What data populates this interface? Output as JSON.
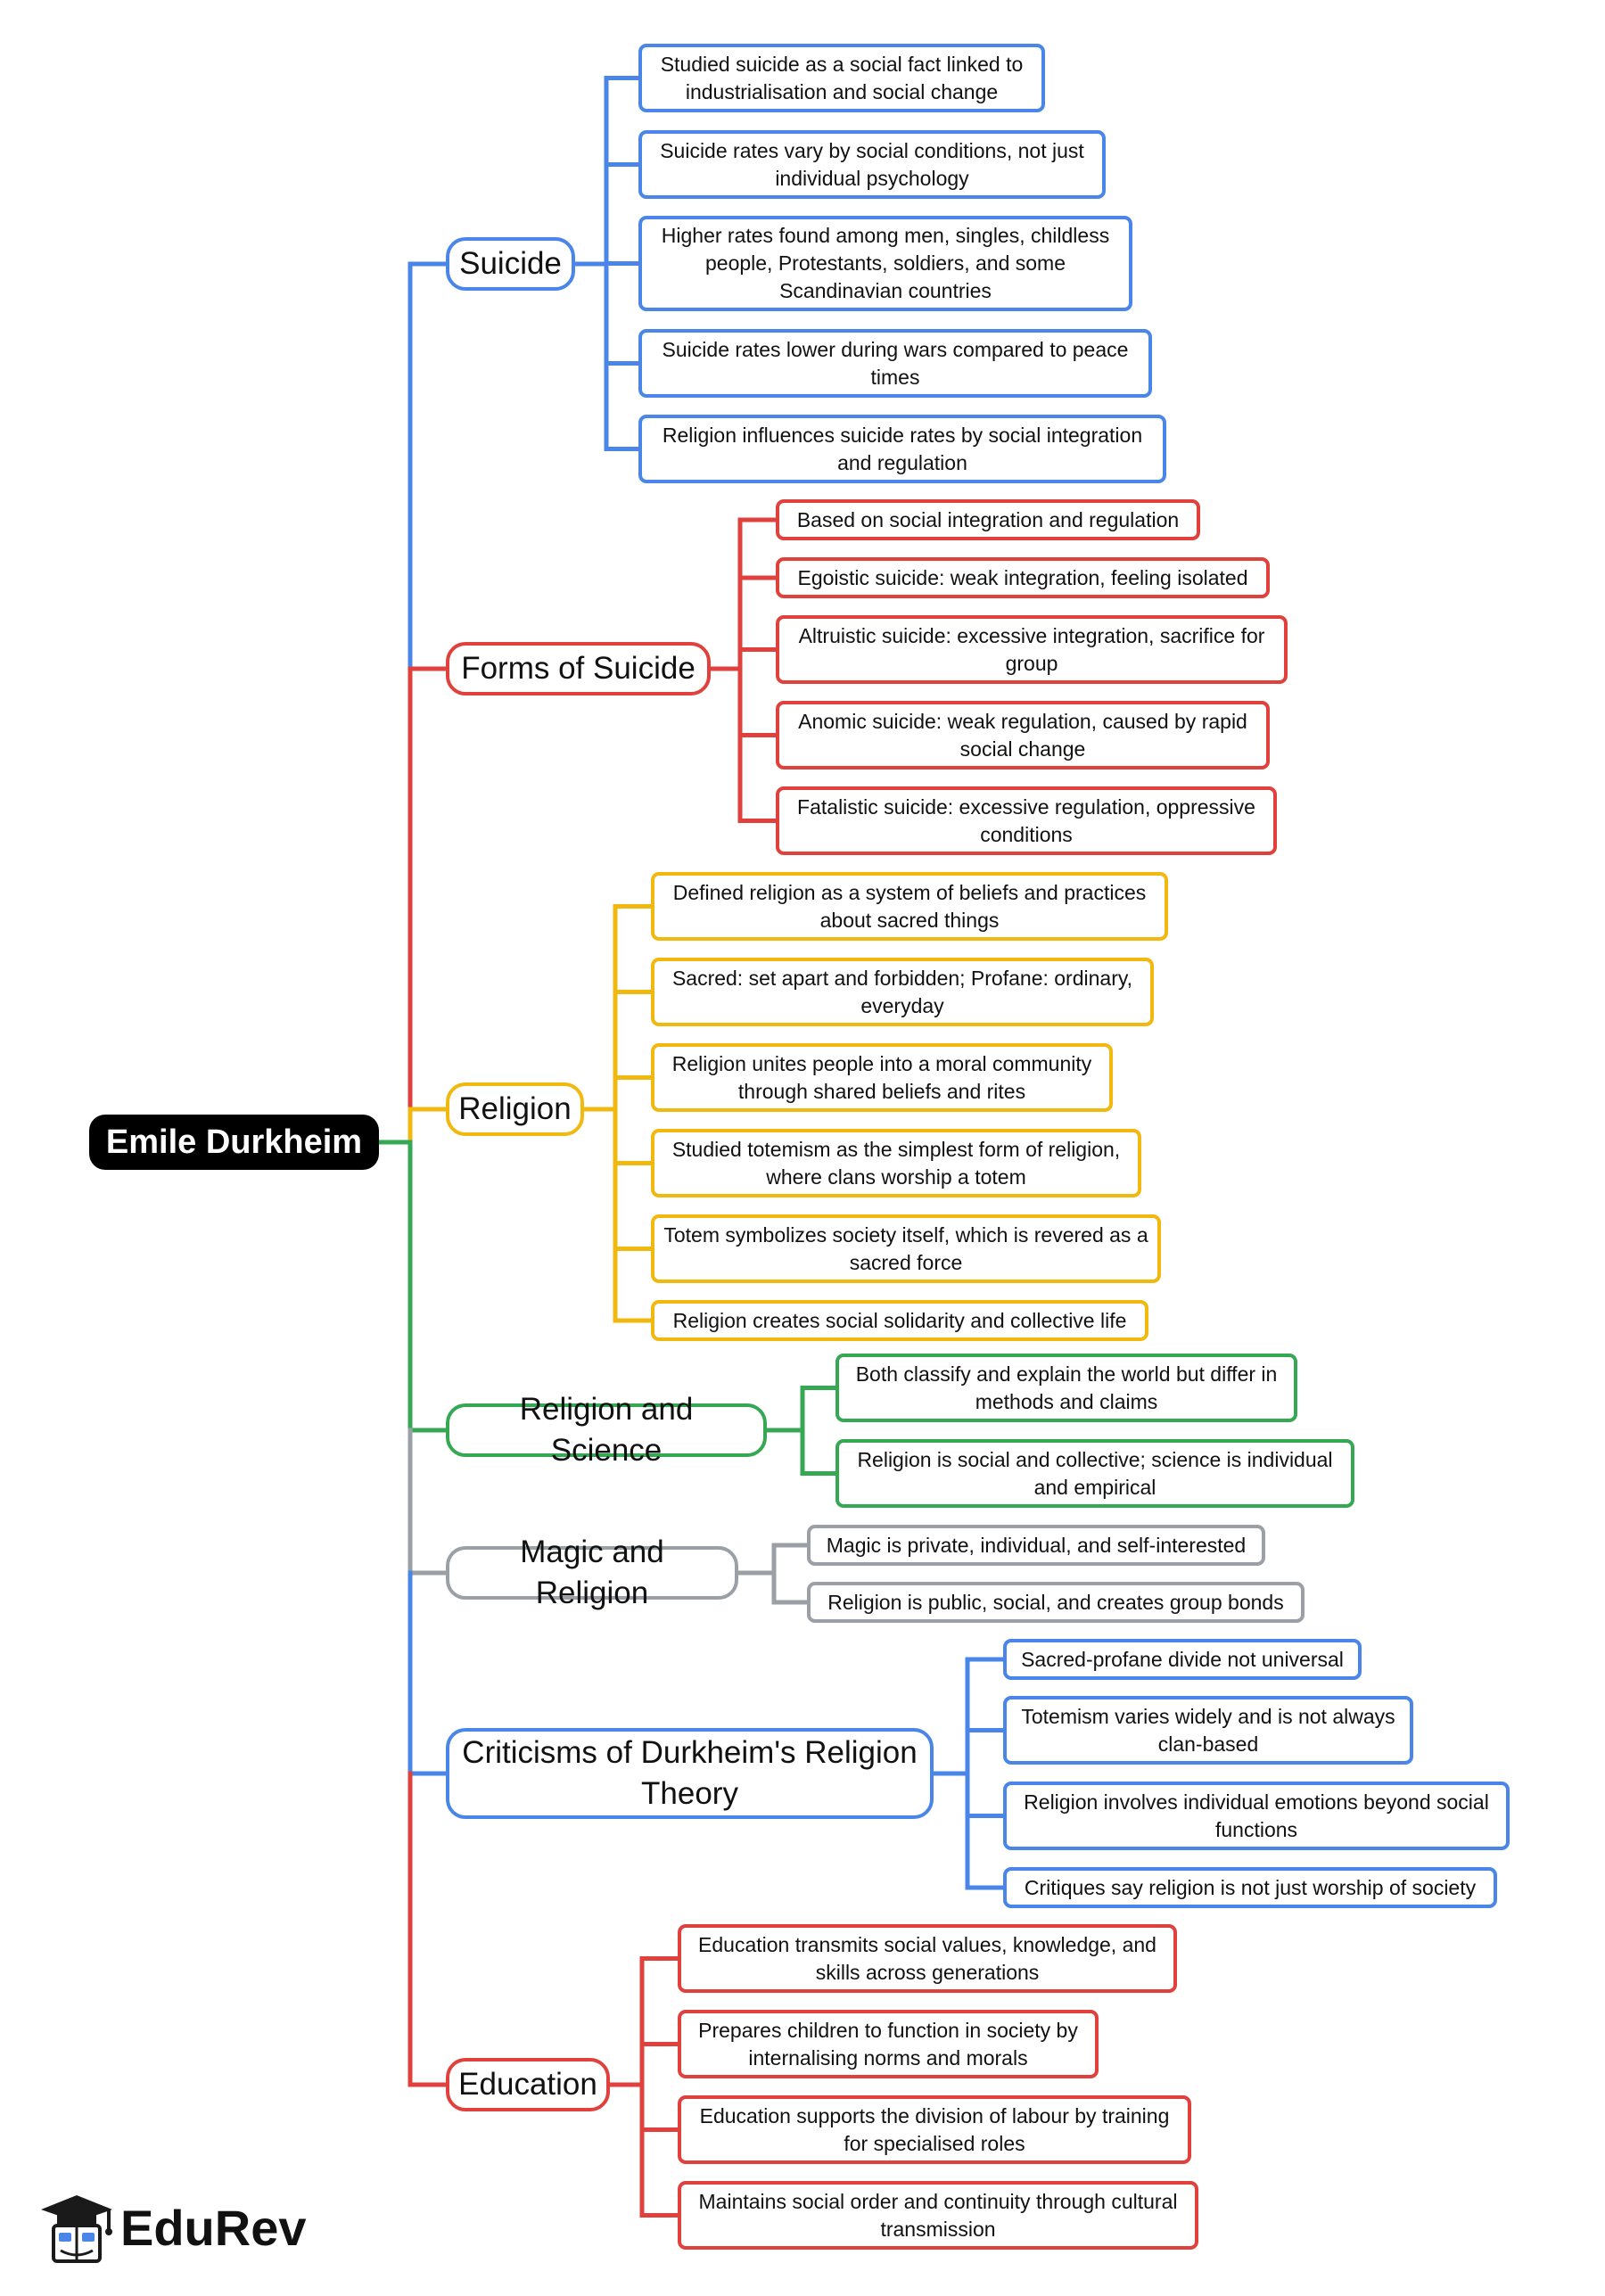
{
  "root": {
    "label": "Emile Durkheim"
  },
  "colors": {
    "blue": "#4a86e8",
    "red": "#e0413c",
    "yellow": "#f1b80f",
    "green": "#36a854",
    "gray": "#9aa0a6"
  },
  "branches": [
    {
      "id": "suicide",
      "label": "Suicide",
      "color": "blue",
      "children": [
        "Studied suicide as a social fact linked to industrialisation and social change",
        "Suicide rates vary by social conditions, not just individual psychology",
        "Higher rates found among men, singles, childless people, Protestants, soldiers, and some Scandinavian countries",
        "Suicide rates lower during wars compared to peace times",
        "Religion influences suicide rates by social integration and regulation"
      ]
    },
    {
      "id": "forms-of-suicide",
      "label": "Forms of Suicide",
      "color": "red",
      "children": [
        "Based on social integration and regulation",
        "Egoistic suicide: weak integration, feeling isolated",
        "Altruistic suicide: excessive integration, sacrifice for group",
        "Anomic suicide: weak regulation, caused by rapid social change",
        "Fatalistic suicide: excessive regulation, oppressive conditions"
      ]
    },
    {
      "id": "religion",
      "label": "Religion",
      "color": "yellow",
      "children": [
        "Defined religion as a system of beliefs and practices about sacred things",
        "Sacred: set apart and forbidden; Profane: ordinary, everyday",
        "Religion unites people into a moral community through shared beliefs and rites",
        "Studied totemism as the simplest form of religion, where clans worship a totem",
        "Totem symbolizes society itself, which is revered as a sacred force",
        "Religion creates social solidarity and collective life"
      ]
    },
    {
      "id": "religion-and-science",
      "label": "Religion and Science",
      "color": "green",
      "children": [
        "Both classify and explain the world but differ in methods and claims",
        "Religion is social and collective; science is individual and empirical"
      ]
    },
    {
      "id": "magic-and-religion",
      "label": "Magic and Religion",
      "color": "gray",
      "children": [
        "Magic is private, individual, and self-interested",
        "Religion is public, social, and creates group bonds"
      ]
    },
    {
      "id": "criticisms",
      "label": "Criticisms of Durkheim's Religion Theory",
      "color": "blue",
      "children": [
        "Sacred-profane divide not universal",
        "Totemism varies widely and is not always clan-based",
        "Religion involves individual emotions beyond social functions",
        "Critiques say religion is not just worship of society"
      ]
    },
    {
      "id": "education",
      "label": "Education",
      "color": "red",
      "children": [
        "Education transmits social values, knowledge, and skills across generations",
        "Prepares children to function in society by internalising norms and morals",
        "Education supports the division of labour by training for specialised roles",
        "Maintains social order and continuity through cultural transmission"
      ]
    }
  ],
  "brand": {
    "name": "EduRev",
    "icon": "graduation-cap-icon"
  }
}
